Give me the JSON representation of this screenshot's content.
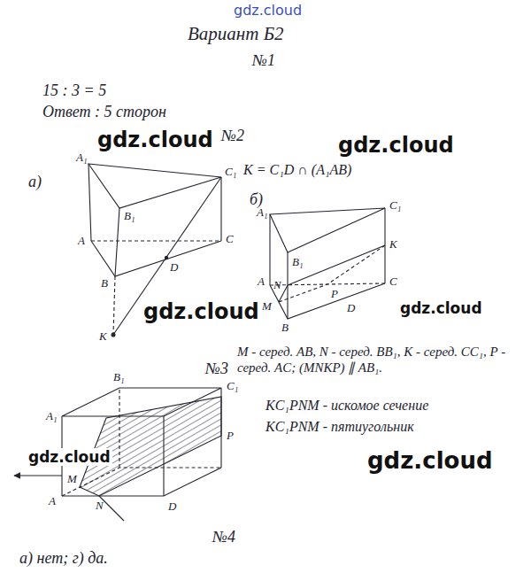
{
  "diagram": {
    "title": "Вариант Б2",
    "labels": [
      "gdz.cloud",
      "№1",
      "15 : 3 = 5",
      "Ответ : 5 сторон",
      "№2",
      "а)",
      "K = C₁D ∩ (A₁AB)",
      "б)",
      "M - серед. AB, N - серед. BB₁, K - серед. CC₁, P - серед. AC; (MNKP) ∥ AB₁.",
      "KC₁PNM - искомое сечение",
      "KC₁PNM - пятиугольник",
      "№3",
      "№4",
      "а) нет;  г) да.",
      "gdz.cloud",
      "gdz.cloud",
      "gdz.cloud",
      "gdz.cloud",
      "gdz.cloud",
      "gdz.cloud",
      "A₁",
      "C₁",
      "B₁",
      "A",
      "C",
      "B",
      "D",
      "K",
      "A₁",
      "C₁",
      "B₁",
      "K",
      "A",
      "N",
      "M",
      "B",
      "P",
      "D",
      "C",
      "A₁",
      "B₁",
      "C₁",
      "A",
      "D",
      "M",
      "N",
      "P"
    ]
  }
}
